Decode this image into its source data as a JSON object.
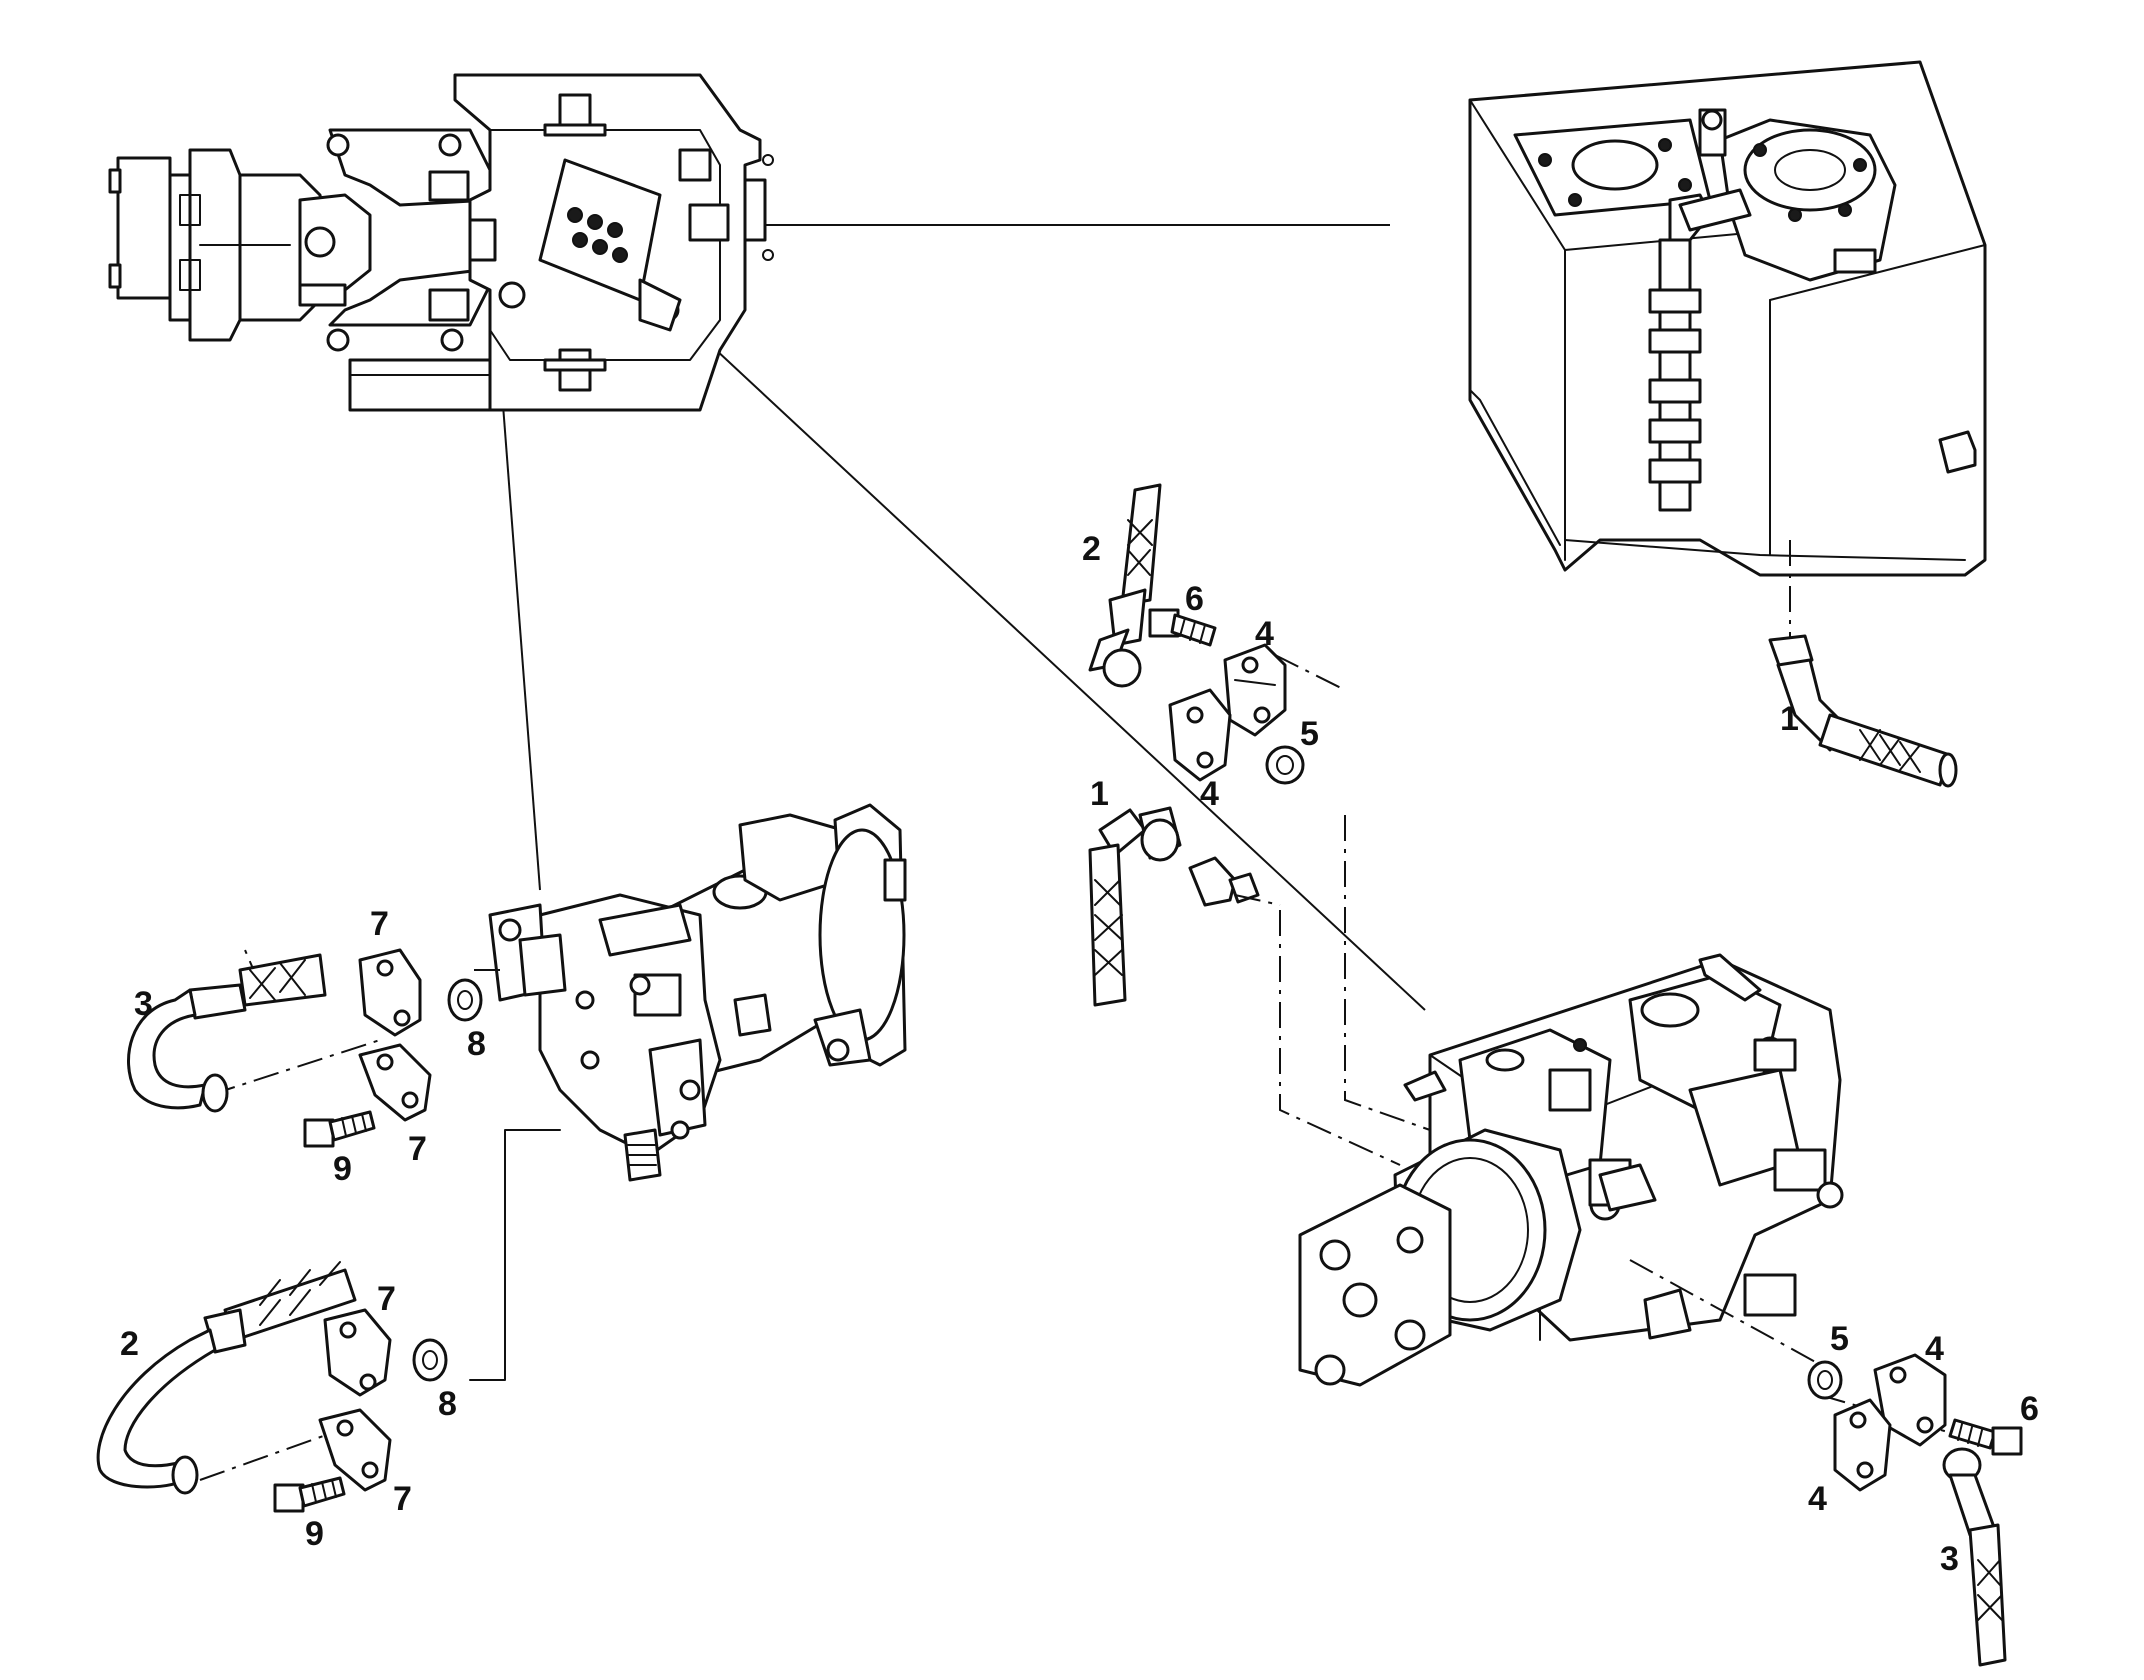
{
  "figure": {
    "callouts": [
      {
        "id": "c1a",
        "text": "1"
      },
      {
        "id": "c1b",
        "text": "1"
      },
      {
        "id": "c2a",
        "text": "2"
      },
      {
        "id": "c2b",
        "text": "2"
      },
      {
        "id": "c3a",
        "text": "3"
      },
      {
        "id": "c3b",
        "text": "3"
      },
      {
        "id": "c4a",
        "text": "4"
      },
      {
        "id": "c4b",
        "text": "4"
      },
      {
        "id": "c4c",
        "text": "4"
      },
      {
        "id": "c4d",
        "text": "4"
      },
      {
        "id": "c5a",
        "text": "5"
      },
      {
        "id": "c5b",
        "text": "5"
      },
      {
        "id": "c6a",
        "text": "6"
      },
      {
        "id": "c6b",
        "text": "6"
      },
      {
        "id": "c7a",
        "text": "7"
      },
      {
        "id": "c7b",
        "text": "7"
      },
      {
        "id": "c7c",
        "text": "7"
      },
      {
        "id": "c7d",
        "text": "7"
      },
      {
        "id": "c8a",
        "text": "8"
      },
      {
        "id": "c8b",
        "text": "8"
      },
      {
        "id": "c9a",
        "text": "9"
      },
      {
        "id": "c9b",
        "text": "9"
      }
    ]
  }
}
